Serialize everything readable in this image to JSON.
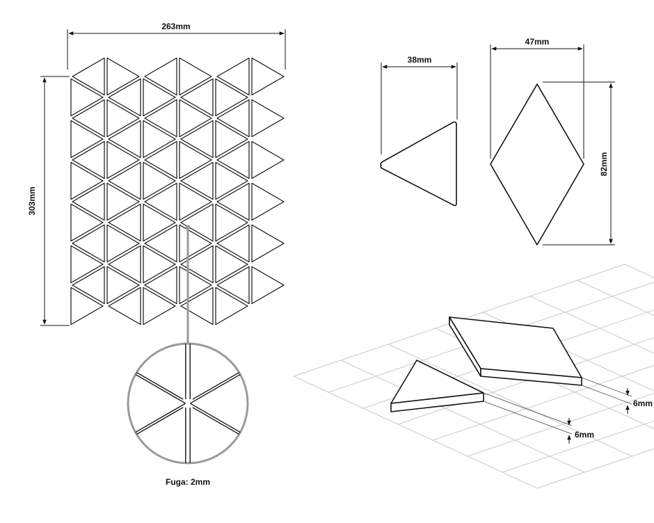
{
  "sheet": {
    "width_label": "263mm",
    "height_label": "303mm",
    "grout_label": "Fuga: 2mm"
  },
  "triangle": {
    "width_label": "38mm"
  },
  "rhombus": {
    "width_label": "47mm",
    "height_label": "82mm"
  },
  "isometric": {
    "rhombus_thickness_label": "6mm",
    "triangle_thickness_label": "6mm"
  },
  "colors": {
    "line": "#111111",
    "grid": "#c8c8c8",
    "leader": "#9a9a9a"
  }
}
